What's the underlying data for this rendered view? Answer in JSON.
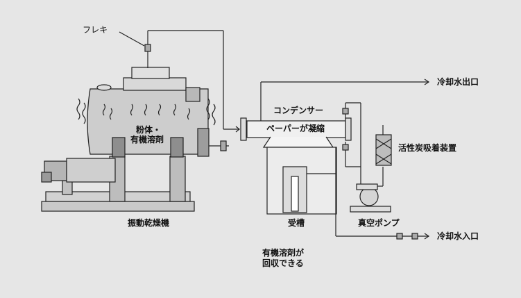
{
  "labels": {
    "flake": "フレキ",
    "powder": "粉体・",
    "solvent": "有機溶剤",
    "condenser": "コンデンサー",
    "paper_condense": "ペーパーが凝縮",
    "cool_out": "冷却水出口",
    "activated_carbon": "活性炭吸着装置",
    "dryer": "振動乾燥機",
    "receiver": "受槽",
    "vacuum_pump": "真空ポンプ",
    "cool_in": "冷却水入口",
    "recover_line1": "有機溶剤が",
    "recover_line2": "回収できる"
  },
  "colors": {
    "background": "#e6e6e6",
    "line": "#222222",
    "machine_fill": "#c8c8c8",
    "machine_dark": "#8a8a8a",
    "equipment_light": "#f0f0f0"
  }
}
